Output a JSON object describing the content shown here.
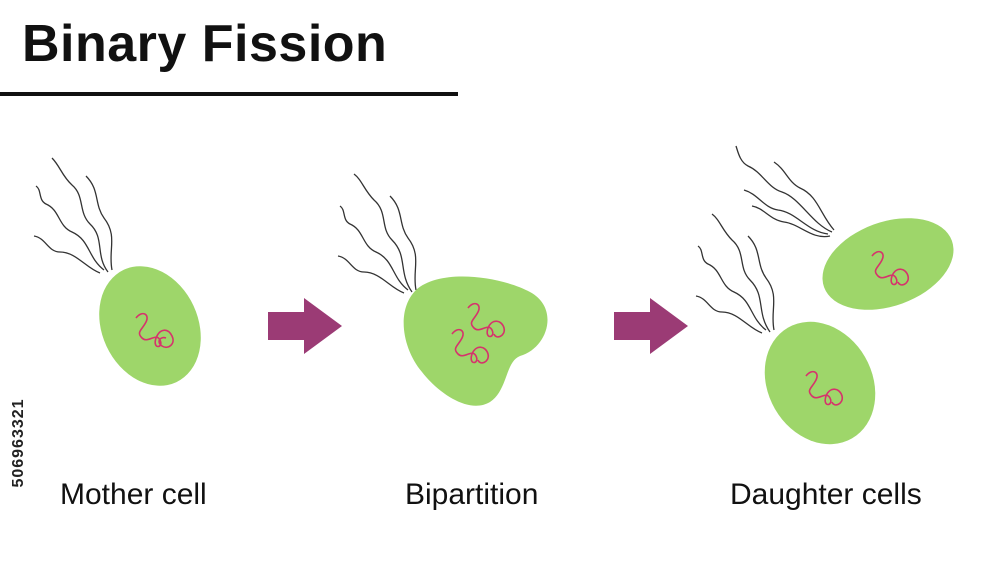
{
  "title": "Binary Fission",
  "stages": [
    {
      "label": "Mother cell"
    },
    {
      "label": "Bipartition"
    },
    {
      "label": "Daughter cells"
    }
  ],
  "stock_id": "506963321",
  "colors": {
    "cell": "#9ed66a",
    "dna": "#d6336c",
    "arrow": "#9b3b75",
    "flagella": "#333333"
  }
}
